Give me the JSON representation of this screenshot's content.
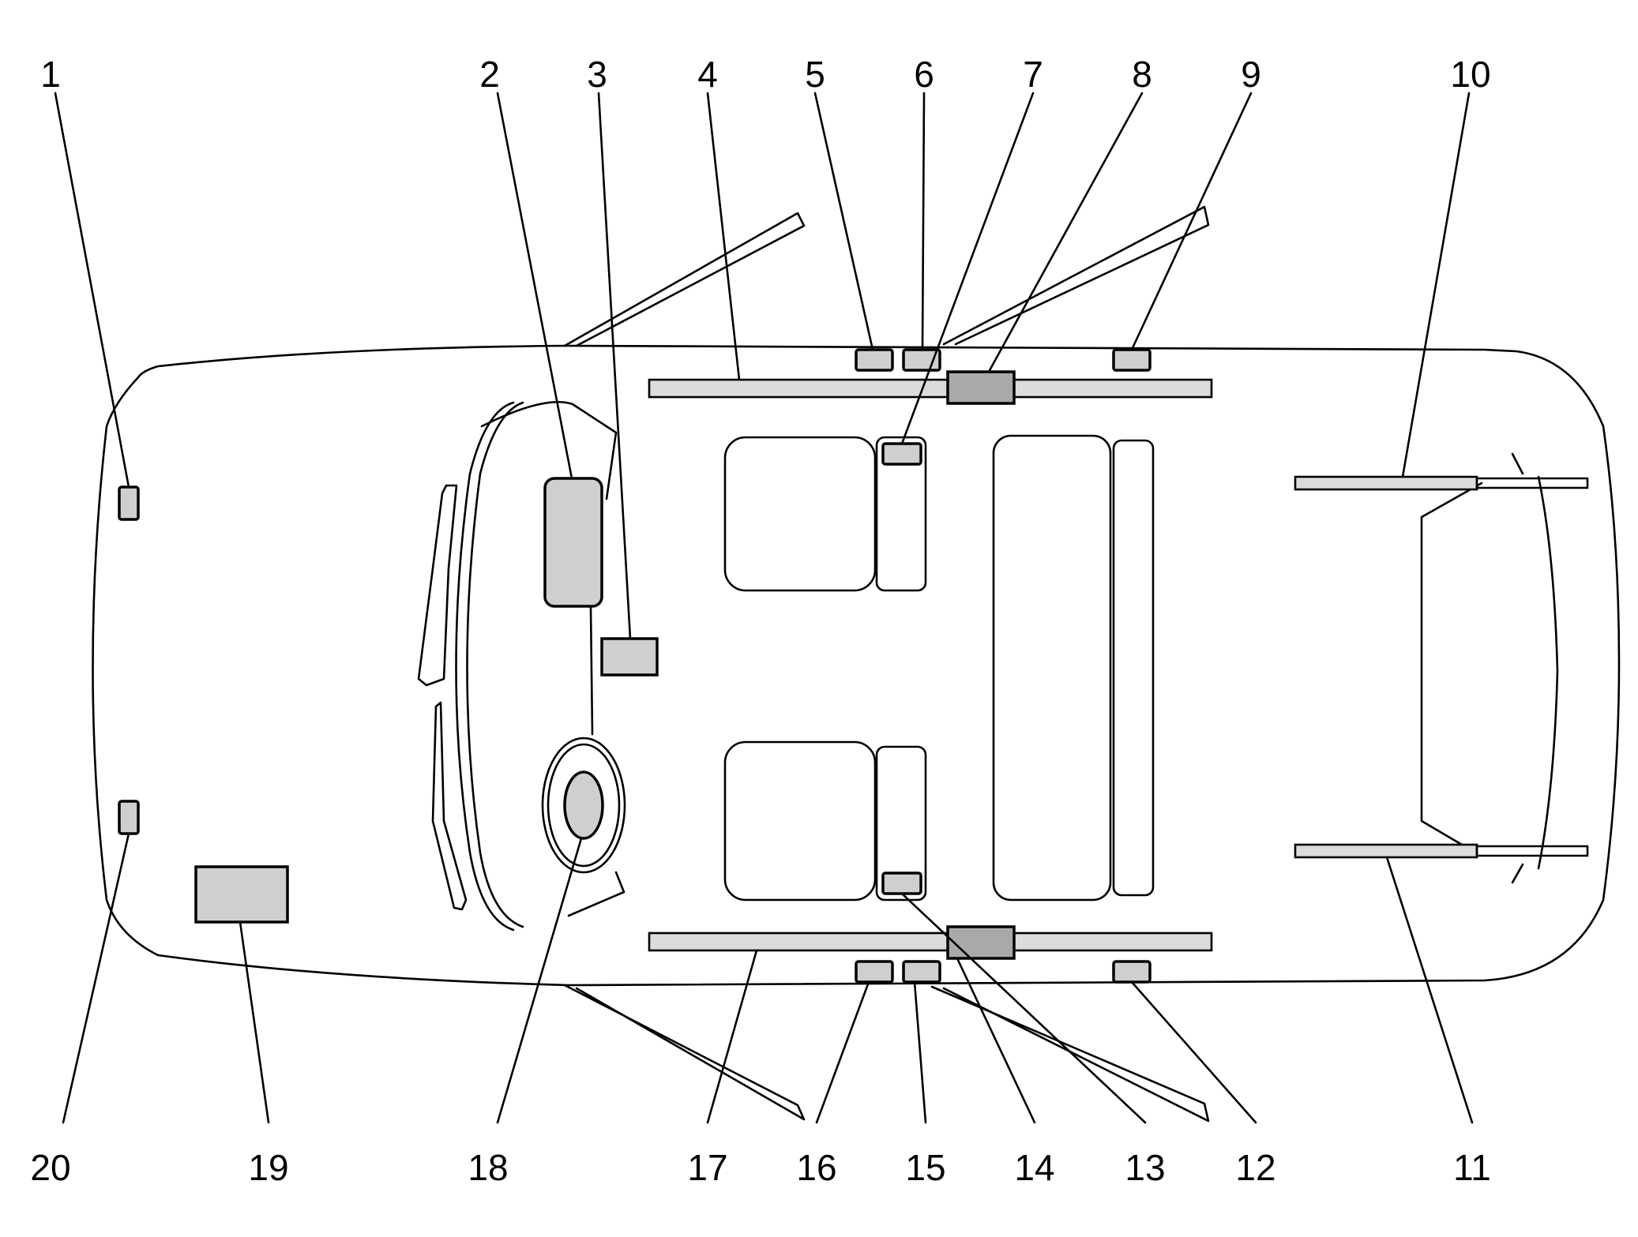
{
  "callouts": [
    {
      "id": "c1",
      "text": "1"
    },
    {
      "id": "c2",
      "text": "2"
    },
    {
      "id": "c3",
      "text": "3"
    },
    {
      "id": "c4",
      "text": "4"
    },
    {
      "id": "c5",
      "text": "5"
    },
    {
      "id": "c6",
      "text": "6"
    },
    {
      "id": "c7",
      "text": "7"
    },
    {
      "id": "c8",
      "text": "8"
    },
    {
      "id": "c9",
      "text": "9"
    },
    {
      "id": "c10",
      "text": "10"
    },
    {
      "id": "c11",
      "text": "11"
    },
    {
      "id": "c12",
      "text": "12"
    },
    {
      "id": "c13",
      "text": "13"
    },
    {
      "id": "c14",
      "text": "14"
    },
    {
      "id": "c15",
      "text": "15"
    },
    {
      "id": "c16",
      "text": "16"
    },
    {
      "id": "c17",
      "text": "17"
    },
    {
      "id": "c18",
      "text": "18"
    },
    {
      "id": "c19",
      "text": "19"
    },
    {
      "id": "c20",
      "text": "20"
    }
  ],
  "colors": {
    "background": "#ffffff",
    "outline": "#000000",
    "component_fill": "#cfcfcf",
    "rail_fill": "#dcdcdc",
    "module_fill": "#a9a9a9"
  }
}
